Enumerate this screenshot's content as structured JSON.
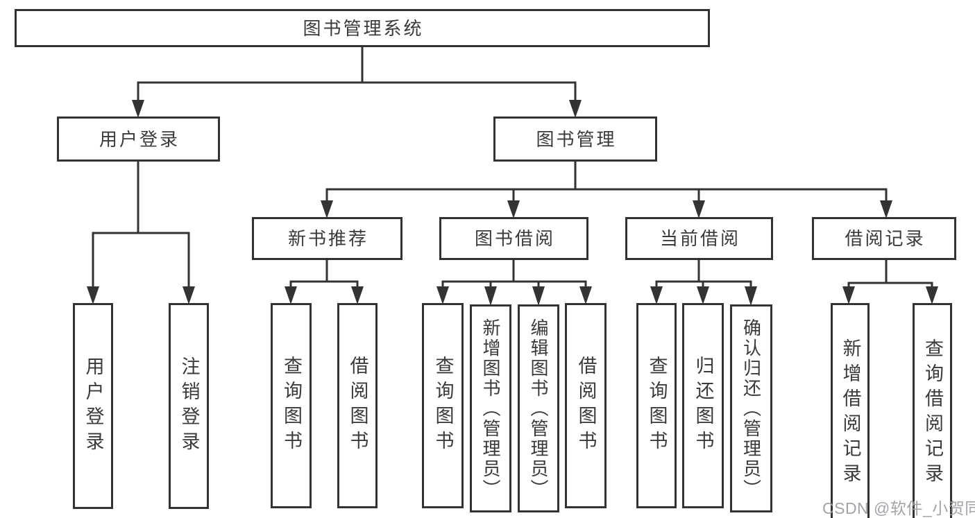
{
  "title": "图书管理系统",
  "watermark": "CSDN @软件_小贺同学",
  "colors": {
    "line": "#333333",
    "text": "#3a3a3a",
    "background": "#ffffff",
    "watermark": "#9e9ea4"
  },
  "nodes": {
    "root": "图书管理系统",
    "user_login": "用户登录",
    "book_mgmt": "图书管理",
    "login": "用户登录",
    "logout": "注销登录",
    "new_rec": "新书推荐",
    "book_borrow": "图书借阅",
    "cur_borrow": "当前借阅",
    "borrow_rec": "借阅记录",
    "nb_query": "查询图书",
    "nb_borrow": "借阅图书",
    "bb_query": "查询图书",
    "bb_add": "新增图书（管理员）",
    "bb_edit": "编辑图书（管理员）",
    "bb_borrow": "借阅图书",
    "cb_query": "查询图书",
    "cb_return": "归还图书",
    "cb_confirm": "确认归还（管理员）",
    "br_add": "新增借阅记录",
    "br_query": "查询借阅记录"
  },
  "tree": {
    "label": "图书管理系统",
    "children": [
      {
        "label": "用户登录",
        "children": [
          {
            "label": "用户登录"
          },
          {
            "label": "注销登录"
          }
        ]
      },
      {
        "label": "图书管理",
        "children": [
          {
            "label": "新书推荐",
            "children": [
              {
                "label": "查询图书"
              },
              {
                "label": "借阅图书"
              }
            ]
          },
          {
            "label": "图书借阅",
            "children": [
              {
                "label": "查询图书"
              },
              {
                "label": "新增图书（管理员）"
              },
              {
                "label": "编辑图书（管理员）"
              },
              {
                "label": "借阅图书"
              }
            ]
          },
          {
            "label": "当前借阅",
            "children": [
              {
                "label": "查询图书"
              },
              {
                "label": "归还图书"
              },
              {
                "label": "确认归还（管理员）"
              }
            ]
          },
          {
            "label": "借阅记录",
            "children": [
              {
                "label": "新增借阅记录"
              },
              {
                "label": "查询借阅记录"
              }
            ]
          }
        ]
      }
    ]
  }
}
